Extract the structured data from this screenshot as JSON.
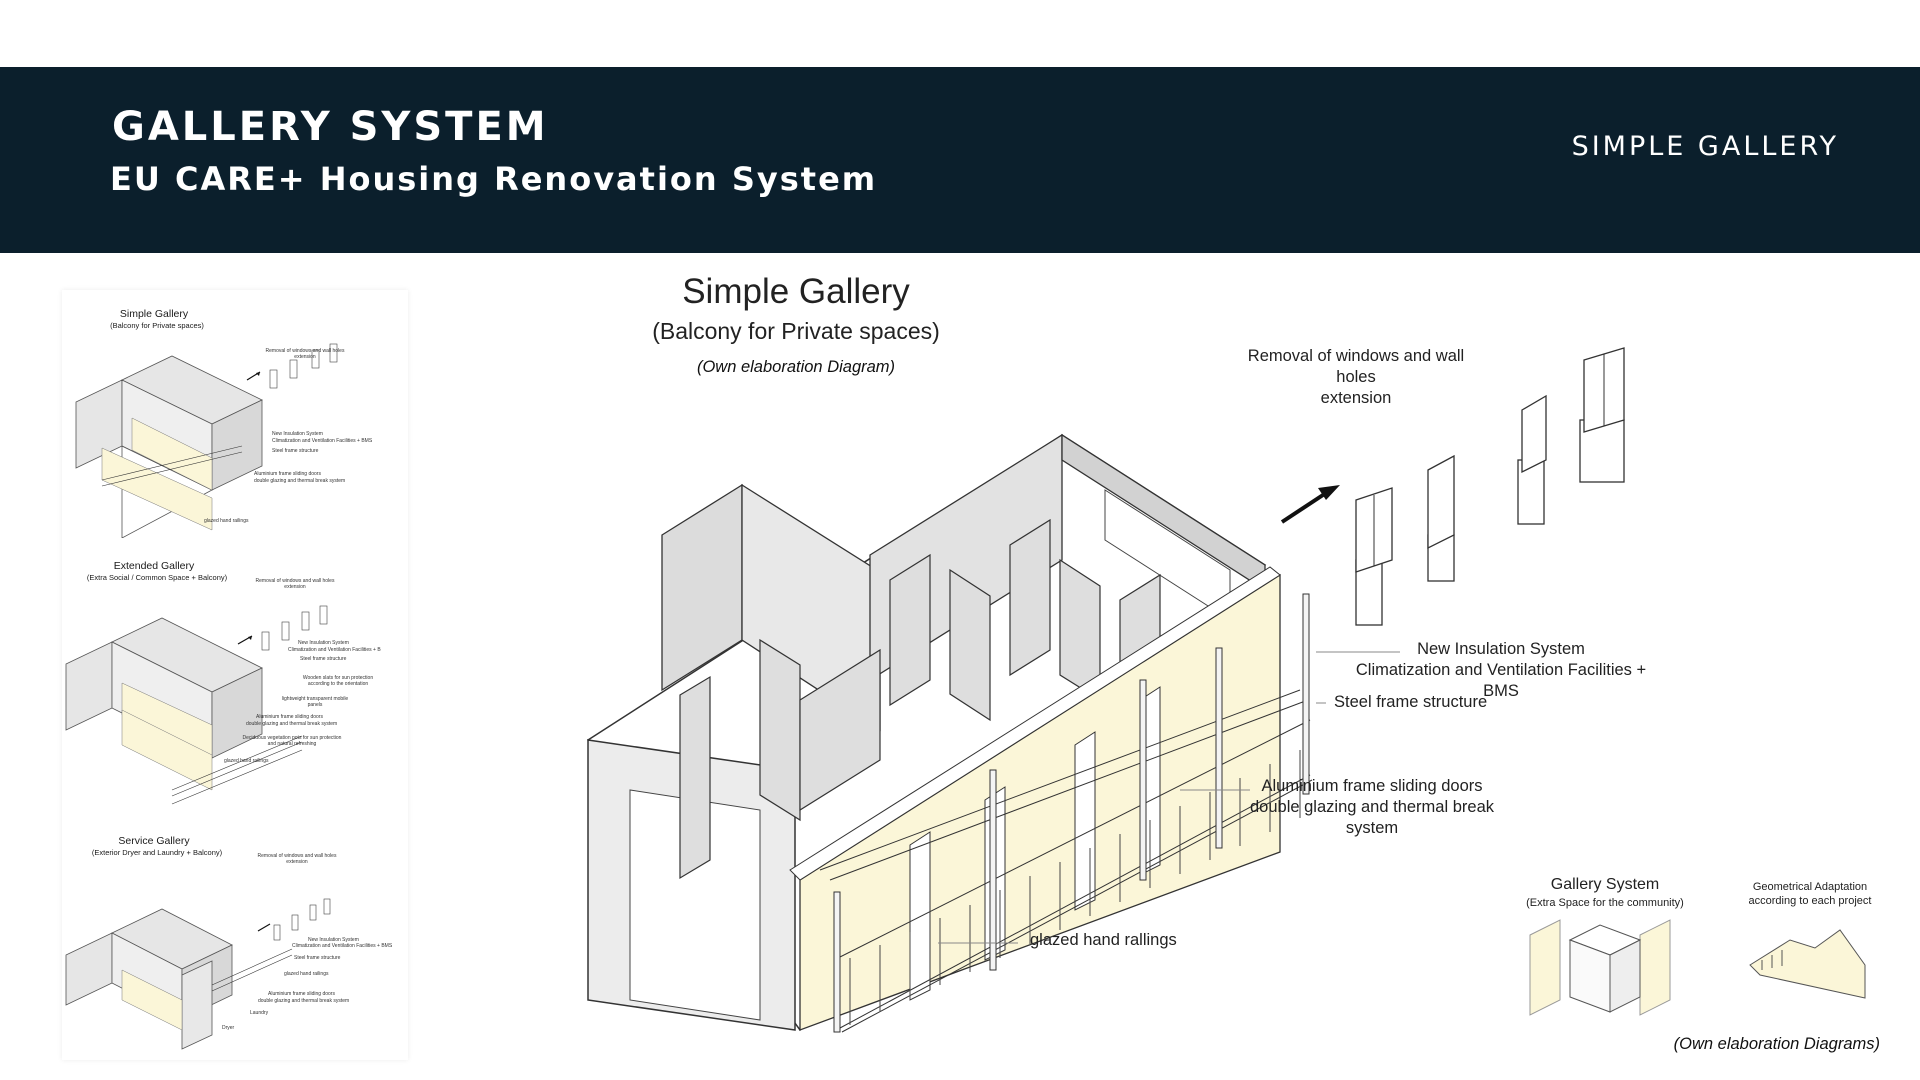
{
  "header": {
    "title": "GALLERY SYSTEM",
    "subtitle": "EU CARE+ Housing Renovation System",
    "section": "SIMPLE GALLERY"
  },
  "thumbnails": [
    {
      "title": "Simple Gallery",
      "subtitle": "(Balcony for Private spaces)",
      "labels": [
        "Removal of windows and wall holes extension",
        "New Insulation System",
        "Climatization and Ventilation Facilities + BMS",
        "Steel frame structure",
        "Aluminium frame sliding doors",
        "double glazing and thermal break system",
        "glazed hand railings"
      ]
    },
    {
      "title": "Extended Gallery",
      "subtitle": "(Extra Social / Common Space + Balcony)",
      "labels": [
        "Removal of windows and wall holes extension",
        "New Insulation System",
        "Climatization and Ventilation Facilities + B",
        "Steel frame structure",
        "Wooden slats for sun protection according to the orientation",
        "lightweight transparent mobile panels",
        "Aluminium frame sliding doors",
        "double glazing and thermal break system",
        "Deciduous vegetation pots for sun protection and natural refreshing",
        "glazed hand railings"
      ]
    },
    {
      "title": "Service Gallery",
      "subtitle": "(Exterior Dryer and Laundry + Balcony)",
      "labels": [
        "Removal of windows and wall holes extension",
        "New Insulation System",
        "Climatization and Ventilation Facilities + BMS",
        "Steel frame structure",
        "glazed hand railings",
        "Aluminium frame sliding doors",
        "double glazing and thermal break system",
        "Laundry",
        "Dryer"
      ]
    }
  ],
  "main": {
    "title": "Simple Gallery",
    "subtitle": "(Balcony for Private spaces)",
    "note": "(Own elaboration Diagram)",
    "callouts": {
      "removal": [
        "Removal of windows and wall holes",
        "extension"
      ],
      "insulation": [
        "New Insulation System",
        "Climatization and Ventilation Facilities + BMS"
      ],
      "steel": "Steel frame structure",
      "doors": [
        "Aluminium frame sliding doors",
        "double glazing and thermal break system"
      ],
      "railings": "glazed hand rallings"
    }
  },
  "mini": {
    "gallery_title": "Gallery System",
    "gallery_sub": "(Extra Space for the community)",
    "geo_title": [
      "Geometrical Adaptation",
      "according to each project"
    ],
    "note": "(Own elaboration Diagrams)"
  },
  "colors": {
    "header_bg": "#0b1f2c",
    "wall_fill": "#d9d9d9",
    "insulation_fill": "#fbf6d8",
    "outline": "#333333"
  }
}
